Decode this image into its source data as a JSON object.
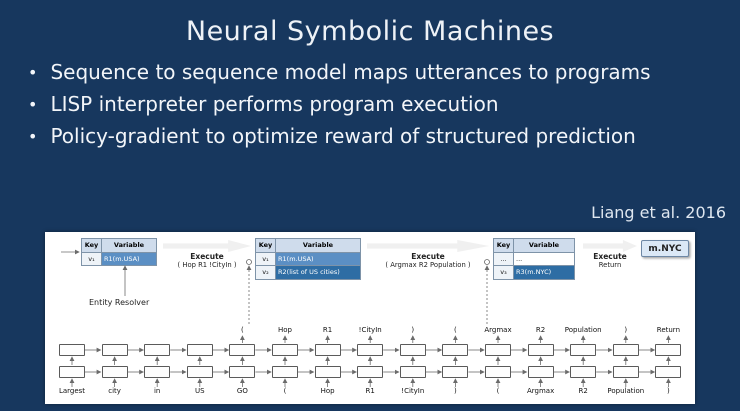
{
  "slide": {
    "title": "Neural Symbolic Machines",
    "bullets": [
      "Sequence to sequence model maps utterances to programs",
      "LISP interpreter performs program execution",
      "Policy-gradient to optimize reward of structured prediction"
    ],
    "attribution": "Liang et al. 2016"
  },
  "figure": {
    "entity_resolver_label": "Entity Resolver",
    "result_value": "m.NYC",
    "tables": [
      {
        "headers": [
          "Key",
          "Variable"
        ],
        "rows": [
          {
            "key": "v₁",
            "value": "R1(m.USA)"
          }
        ]
      },
      {
        "headers": [
          "Key",
          "Variable"
        ],
        "rows": [
          {
            "key": "v₁",
            "value": "R1(m.USA)"
          },
          {
            "key": "v₂",
            "value": "R2(list of US cities)"
          }
        ]
      },
      {
        "headers": [
          "Key",
          "Variable"
        ],
        "rows": [
          {
            "key": "...",
            "value": "..."
          },
          {
            "key": "v₃",
            "value": "R3(m.NYC)"
          }
        ]
      }
    ],
    "executes": [
      {
        "label": "Execute",
        "program": "( Hop R1 !CityIn )"
      },
      {
        "label": "Execute",
        "program": "( Argmax R2 Population )"
      },
      {
        "label": "Execute",
        "program": "Return"
      }
    ],
    "input_tokens": [
      "Largest",
      "city",
      "in",
      "US",
      "GO",
      "(",
      "Hop",
      "R1",
      "!CityIn",
      ")",
      "(",
      "Argmax",
      "R2",
      "Population",
      ")"
    ],
    "output_tokens": [
      "(",
      "Hop",
      "R1",
      "!CityIn",
      ")",
      "(",
      "Argmax",
      "R2",
      "Population",
      ")",
      "Return"
    ],
    "colors": {
      "slide_bg": "#17375e",
      "accent_blue": "#2e6da4"
    }
  }
}
